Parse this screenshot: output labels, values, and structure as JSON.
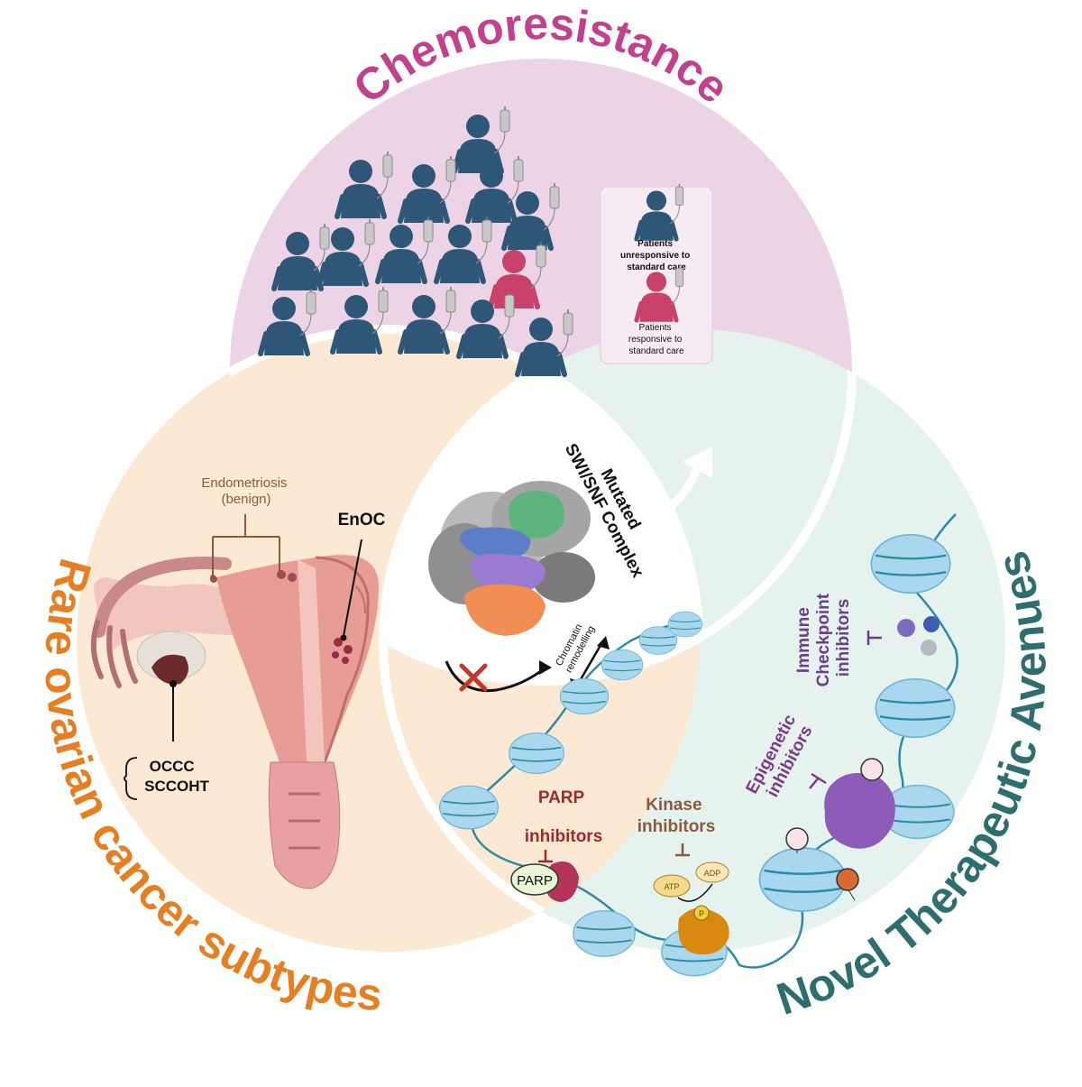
{
  "titles": {
    "chemoresistance": "Chemoresistance",
    "rare_subtypes": "Rare ovarian cancer subtypes",
    "novel_avenues": "Novel Therapeutic Avenues"
  },
  "colors": {
    "chemo_title": "#c2418e",
    "rare_title": "#e67e22",
    "novel_title": "#2f6e6e",
    "chemo_bg": "#ecd4e6",
    "rare_bg": "#fce9d4",
    "novel_bg": "#e5f2ee",
    "patient_unresponsive": "#2e5777",
    "patient_responsive": "#c8416a",
    "brown_label": "#8b5a3c",
    "parp_label": "#9b2a2a",
    "kinase_label": "#8b5a3c",
    "epigenetic_label": "#7b3a8a",
    "immune_label": "#6a3e8e",
    "nucleosome": "#a9d8ee",
    "dna": "#2b8aa6"
  },
  "legend": {
    "unresponsive": [
      "Patients",
      "unresponsive to",
      "standard care"
    ],
    "responsive": [
      "Patients",
      "responsive to",
      "standard care"
    ]
  },
  "center": {
    "complex_label": [
      "Mutated",
      "SWI/SNF Complex"
    ],
    "chromatin_label": [
      "Chromatin",
      "remodelling"
    ]
  },
  "rare": {
    "endometriosis": [
      "Endometriosis",
      "(benign)"
    ],
    "enoc": "EnOC",
    "subtypes": [
      "OCCC",
      "SCCOHT"
    ]
  },
  "novel": {
    "parp": [
      "PARP",
      "inhibitors"
    ],
    "parp_protein": "PARP",
    "kinase": [
      "Kinase",
      "inhibitors"
    ],
    "atp": "ATP",
    "adp": "ADP",
    "phospho": "P",
    "epigenetic": [
      "Epigenetic",
      "inhibitors"
    ],
    "immune": [
      "Immune",
      "Checkpoint",
      "inhibitors"
    ]
  }
}
